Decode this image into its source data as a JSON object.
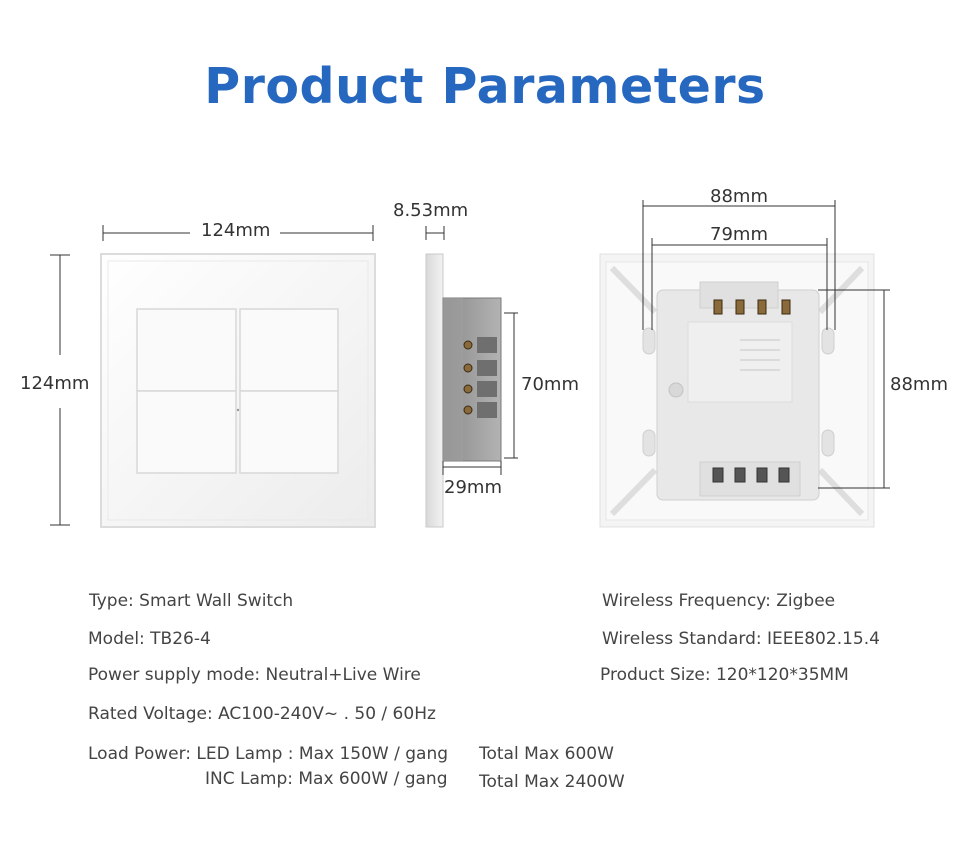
{
  "header": {
    "title": "Product Parameters"
  },
  "dimensions": {
    "front_width": "124mm",
    "front_height": "124mm",
    "side_thickness": "8.53mm",
    "side_height": "70mm",
    "side_depth": "29mm",
    "back_outer_width": "88mm",
    "back_inner_width": "79mm",
    "back_height": "88mm"
  },
  "specs": {
    "type": "Type: Smart Wall Switch",
    "model": "Model: TB26-4",
    "power_supply": "Power supply mode: Neutral+Live Wire",
    "rated_voltage": "Rated Voltage: AC100-240V~ . 50 / 60Hz",
    "load_power_led": "Load Power: LED Lamp : Max 150W / gang",
    "load_power_inc": "INC Lamp: Max 600W / gang",
    "total_led": "Total Max 600W",
    "total_inc": "Total Max 2400W",
    "wireless_frequency": "Wireless Frequency: Zigbee",
    "wireless_standard": "Wireless Standard: IEEE802.15.4",
    "product_size": "Product Size: 120*120*35MM"
  },
  "colors": {
    "title": "#2667c0",
    "text": "#333333"
  }
}
